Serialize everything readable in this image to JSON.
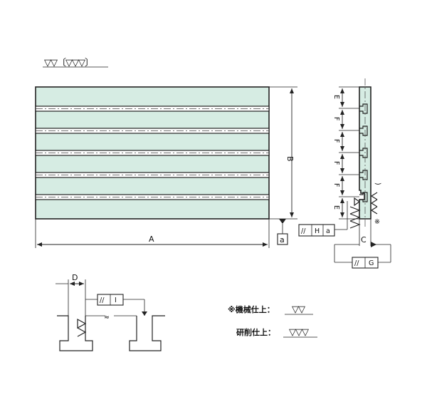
{
  "legend": {
    "header_symbols": "▽▽〔▽▽▽〕",
    "machined_label": "※機械仕上：",
    "machined_symbol": "▽▽",
    "ground_label": "研削仕上：",
    "ground_symbol": "▽▽▽"
  },
  "dims": {
    "A": "A",
    "B": "B",
    "C": "C",
    "D": "D",
    "E": "E",
    "F": "F"
  },
  "datum": "a",
  "tolerances": {
    "H": {
      "sym": "//",
      "letter": "H",
      "ref": "a"
    },
    "G": {
      "sym": "//",
      "letter": "G"
    },
    "I": {
      "sym": "//",
      "letter": "I"
    }
  },
  "note_mark": "※",
  "colors": {
    "plate": "#d6ece3",
    "line": "#222222"
  }
}
